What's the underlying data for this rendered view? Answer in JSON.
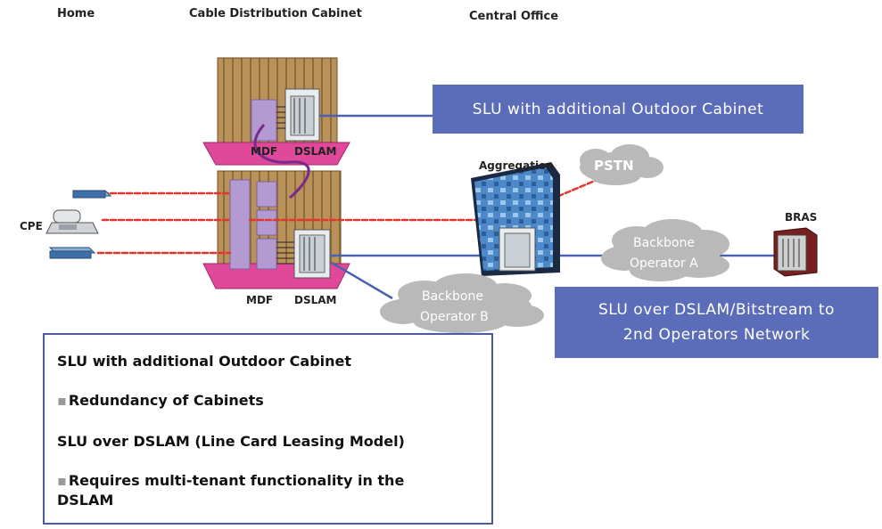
{
  "headers": {
    "home": "Home",
    "cabinet": "Cable Distribution Cabinet",
    "central_office": "Central Office"
  },
  "labels": {
    "mdf_top": "MDF",
    "dslam_top": "DSLAM",
    "mdf_bottom": "MDF",
    "dslam_bottom": "DSLAM",
    "cpe": "CPE",
    "aggregation": "Aggregation",
    "bras": "BRAS"
  },
  "clouds": {
    "pstn": "PSTN",
    "backbone_a_line1": "Backbone",
    "backbone_a_line2": "Operator A",
    "backbone_b_line1": "Backbone",
    "backbone_b_line2": "Operator B"
  },
  "banners": {
    "outdoor_cabinet": "SLU with additional Outdoor Cabinet",
    "bitstream_line1": "SLU over DSLAM/Bitstream to",
    "bitstream_line2": "2nd Operators Network"
  },
  "textbox": {
    "line1": "SLU with additional Outdoor Cabinet",
    "bullet1": "Redundancy of Cabinets",
    "line2": "SLU over DSLAM  (Line Card Leasing Model)",
    "bullet2_line1": "Requires multi-tenant functionality in the",
    "bullet2_line2": "DSLAM",
    "bullet_char": "▪"
  },
  "colors": {
    "banner_blue": "#5b6cb8",
    "cabinet_brown": "#b8925a",
    "cabinet_base_pink": "#e0489a",
    "mdf_purple": "#b39ad0",
    "link_blue": "#4a62b0",
    "copper_red": "#e2362d",
    "cloud_grey": "#b9b9b9"
  }
}
